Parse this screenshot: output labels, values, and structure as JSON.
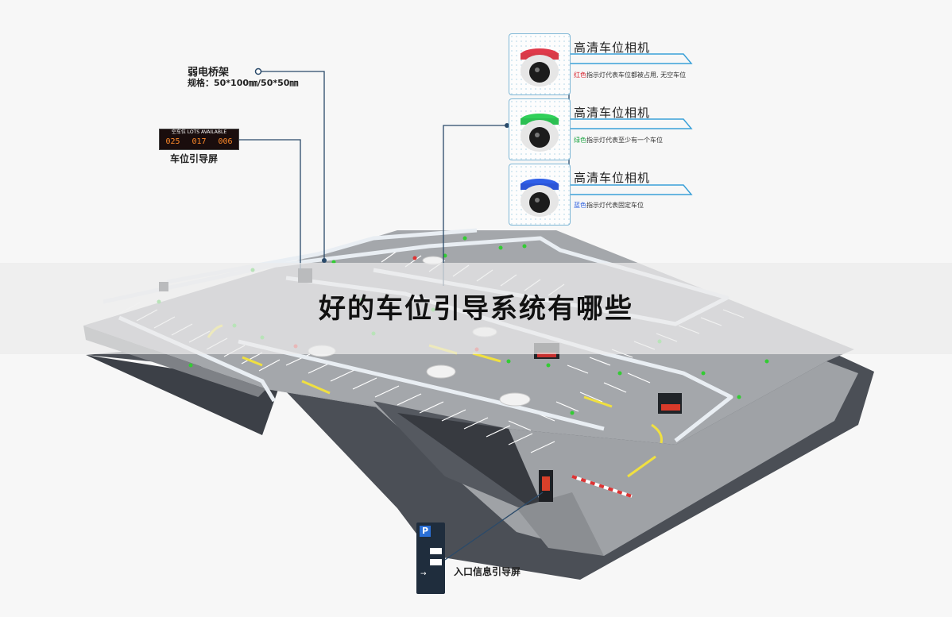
{
  "title": "好的车位引导系统有哪些",
  "cable": {
    "name": "弱电桥架",
    "spec": "规格：50*100㎜/50*50㎜"
  },
  "guidance_screen": {
    "label": "车位引导屏",
    "display_top": "空车位 LOTS AVAILABLE",
    "display_values": [
      "025",
      "017",
      "006"
    ]
  },
  "entrance_screen": {
    "label": "入口信息引导屏"
  },
  "cameras": [
    {
      "title": "高清车位相机",
      "color_word": "红色",
      "desc": "指示灯代表车位都被占用, 无空车位",
      "light": "#e0394a"
    },
    {
      "title": "高清车位相机",
      "color_word": "绿色",
      "desc": "指示灯代表至少有一个车位",
      "light": "#2fd05a"
    },
    {
      "title": "高清车位相机",
      "color_word": "蓝色",
      "desc": "指示灯代表固定车位",
      "light": "#2f5fe8"
    }
  ],
  "colors": {
    "leader_line": "#2a4a6a",
    "camera_frame": "#7fb7d6",
    "floor": "#a4a7ab",
    "ramp": "#585c63"
  }
}
